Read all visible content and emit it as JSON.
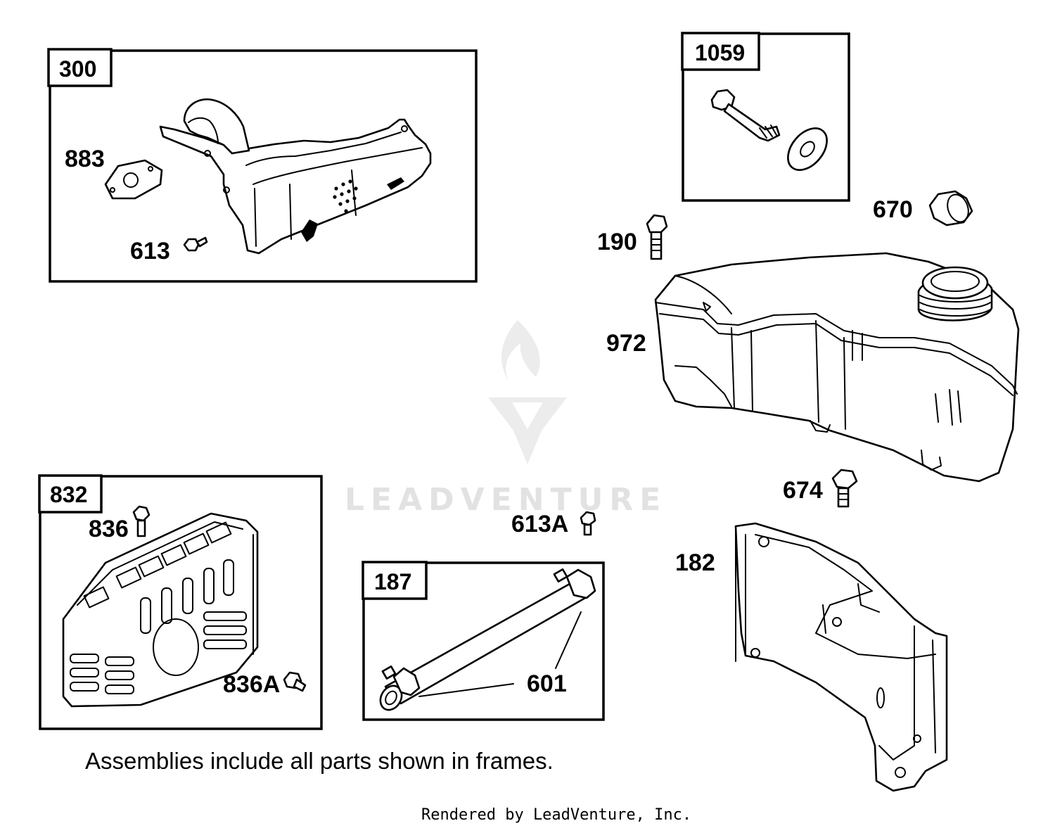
{
  "frames": {
    "f300": "300",
    "f1059": "1059",
    "f832": "832",
    "f187": "187"
  },
  "labels": {
    "p883": "883",
    "p613": "613",
    "p670": "670",
    "p190": "190",
    "p972": "972",
    "p674": "674",
    "p836": "836",
    "p836A": "836A",
    "p613A": "613A",
    "p182": "182",
    "p601": "601"
  },
  "note": "Assemblies include all parts shown in frames.",
  "credit": "Rendered by LeadVenture, Inc.",
  "watermark": "LEADVENTURE",
  "colors": {
    "ink": "#000000",
    "paper": "#ffffff",
    "watermark": "#e2e2e2"
  }
}
